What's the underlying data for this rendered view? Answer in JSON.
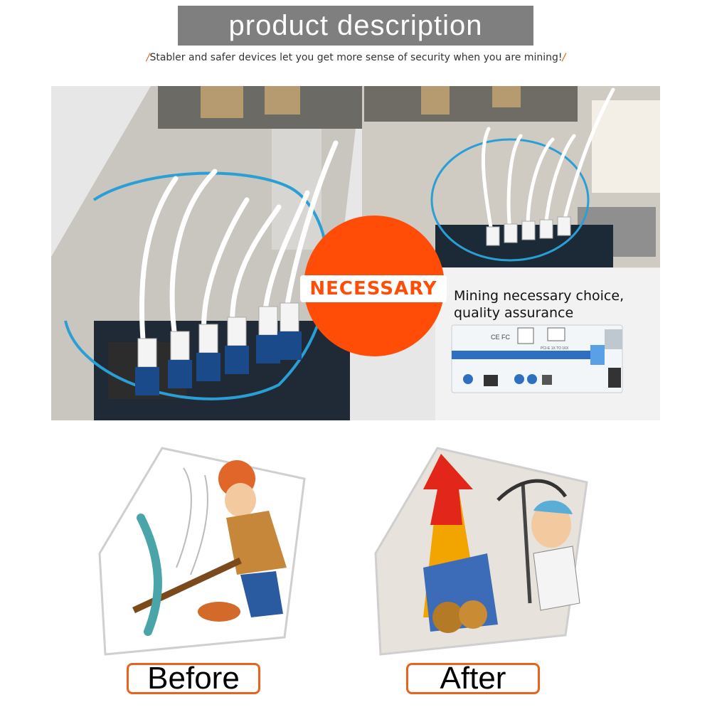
{
  "header": {
    "title": "product description"
  },
  "subtitle": {
    "slash_left": "/",
    "text": "Stabler and safer devices let you get more sense of security when you are mining!",
    "slash_right": "/"
  },
  "badge": {
    "label": "NECESSARY"
  },
  "caption": {
    "line1": "Mining necessary choice,",
    "line2": "quality assurance"
  },
  "riser_card": {
    "marking": "PCI-E 1X TO 16X"
  },
  "comparison": {
    "before_label": "Before",
    "after_label": "After"
  },
  "colors": {
    "accent": "#ff4d08",
    "header_bg": "#7f7f7f",
    "label_border": "#e8641e",
    "circle_highlight": "#2a9fd6"
  }
}
